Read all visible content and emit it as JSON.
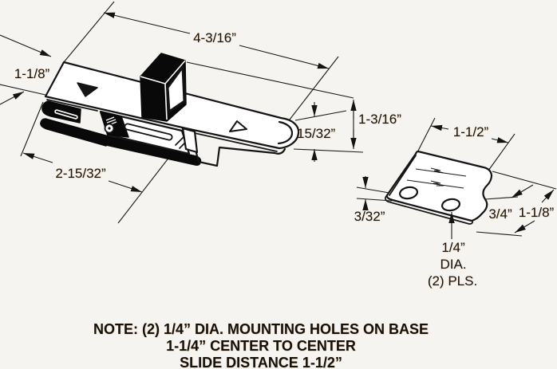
{
  "colors": {
    "background": "#f5f4f1",
    "line": "#141414",
    "text": "#1b1510"
  },
  "drawing_labels": {
    "overall_width": "4-3/16”",
    "top_plate_depth": "1-1/8”",
    "overall_height": "1-3/16”",
    "hook_height": "15/32”",
    "slide_length": "2-15/32”",
    "keeper_width": "1-1/2”",
    "keeper_thickness": "3/32”",
    "keeper_hole_offset": "3/4”",
    "keeper_height": "1-1/8”",
    "hole_dia_size": "1/4”",
    "hole_dia_word": "DIA.",
    "hole_dia_places": "(2) PLS."
  },
  "note": {
    "line1": "NOTE: (2) 1/4” DIA. MOUNTING HOLES ON BASE",
    "line2": "1-1/4” CENTER TO CENTER",
    "line3": "SLIDE DISTANCE 1-1/2”"
  }
}
